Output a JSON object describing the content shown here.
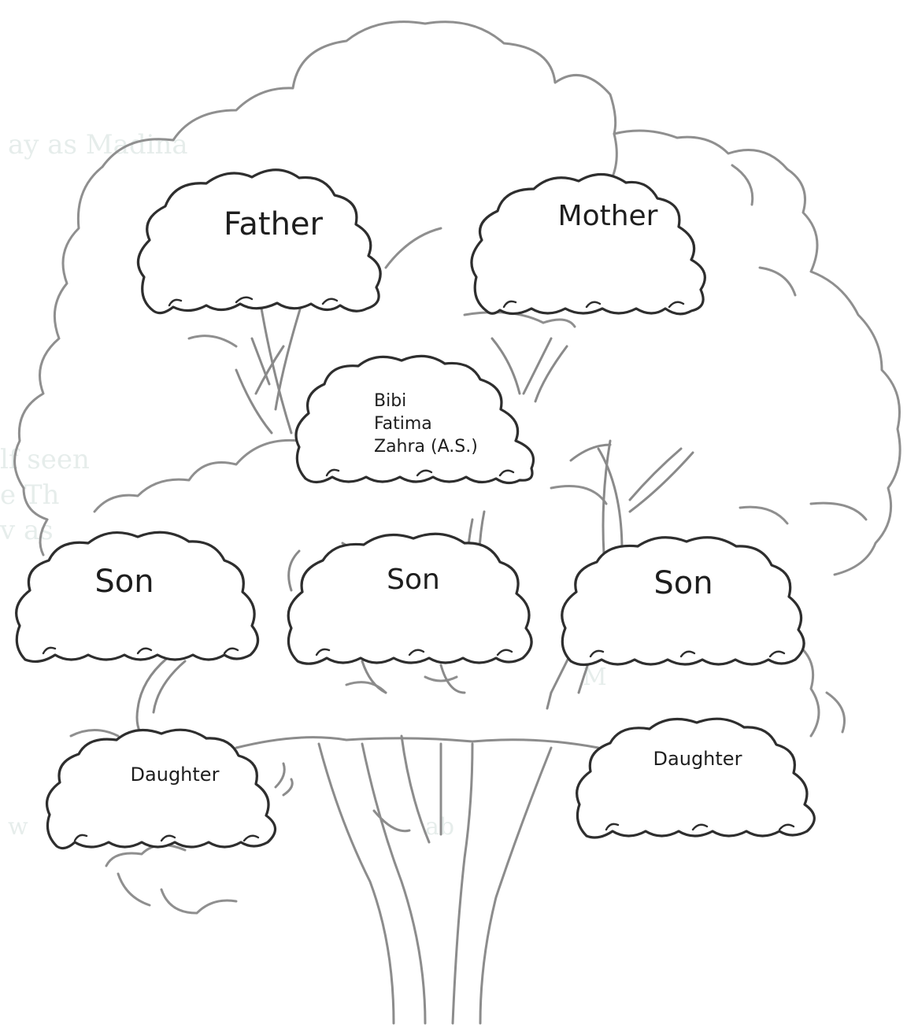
{
  "diagram": {
    "nodes": {
      "father": "Father",
      "mother": "Mother",
      "center": [
        "Bibi",
        "Fatima",
        "Zahra (A.S.)"
      ],
      "son_1": "Son",
      "son_2": "Son",
      "son_3": "Son",
      "daughter_1": "Daughter",
      "daughter_2": "Daughter"
    }
  },
  "colors": {
    "cloud_outline": "#2e2e2e",
    "tree_sketch": "#8f8f8f",
    "background": "#ffffff"
  }
}
